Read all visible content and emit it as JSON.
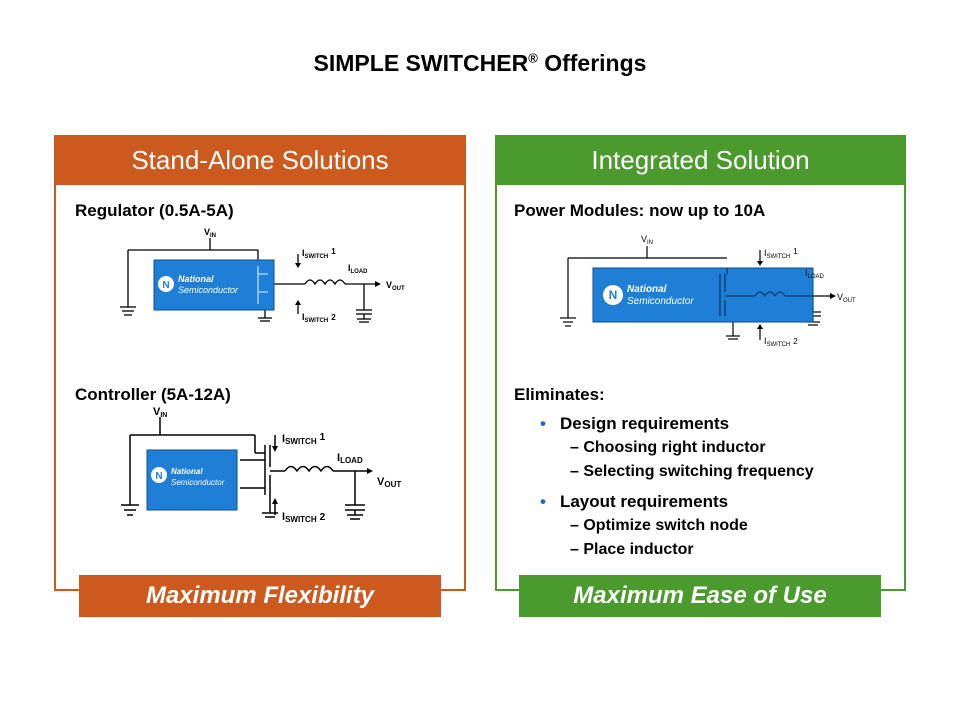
{
  "title": {
    "main": "SIMPLE SWITCHER",
    "reg": "®",
    "rest": " Offerings"
  },
  "left": {
    "header": "Stand-Alone Solutions",
    "regulator_label": "Regulator (0.5A-5A)",
    "controller_label": "Controller (5A-12A)",
    "footer": "Maximum Flexibility"
  },
  "right": {
    "header": "Integrated Solution",
    "modules_label": "Power Modules: now up to 10A",
    "eliminates_label": "Eliminates:",
    "bullets": [
      {
        "text": "Design requirements",
        "subs": [
          "– Choosing right inductor",
          "– Selecting switching frequency"
        ]
      },
      {
        "text": "Layout requirements",
        "subs": [
          "– Optimize switch node",
          "– Place inductor"
        ]
      }
    ],
    "footer": "Maximum Ease of Use"
  },
  "schematic": {
    "logo_line1": "National",
    "logo_line2": "Semiconductor",
    "v": "V",
    "in": "IN",
    "out": "OUT",
    "i": "I",
    "switch": "SWITCH",
    "load": "LOAD",
    "n1": "1",
    "n2": "2"
  },
  "colors": {
    "orange": "#cc5a1e",
    "green": "#4a9a2e",
    "chip_blue": "#1f7fd6",
    "bullet_blue": "#2e63b8"
  }
}
